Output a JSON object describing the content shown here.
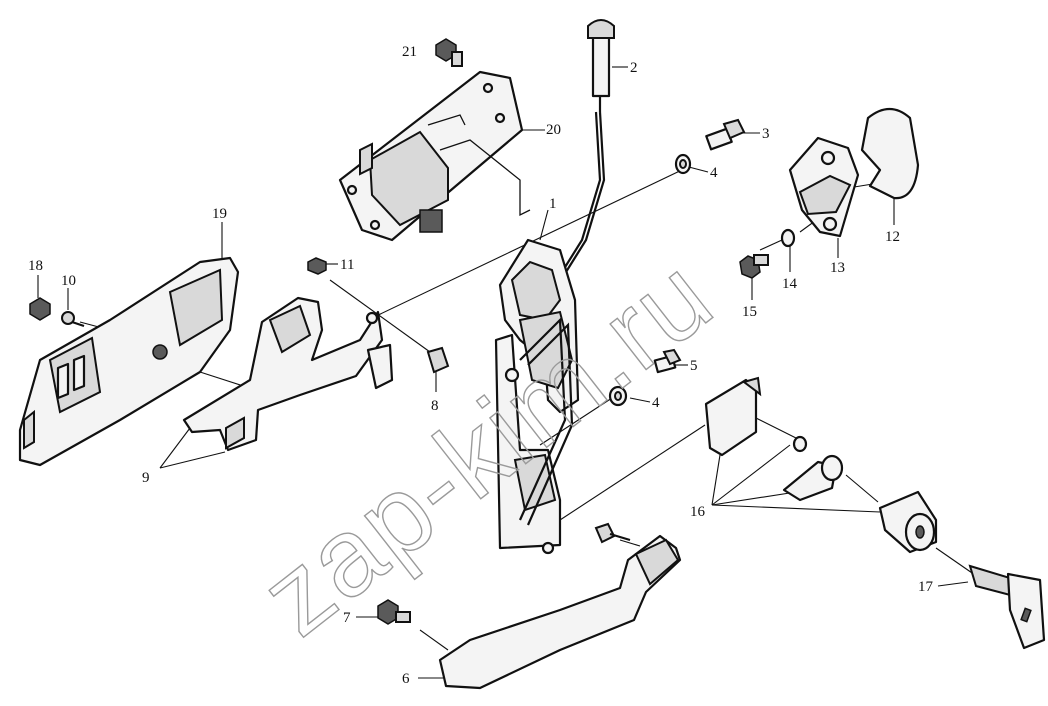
{
  "watermark": "zap-kim.ru",
  "callouts": [
    {
      "id": "p1",
      "label": "1"
    },
    {
      "id": "p2",
      "label": "2"
    },
    {
      "id": "p3",
      "label": "3"
    },
    {
      "id": "p4a",
      "label": "4"
    },
    {
      "id": "p4b",
      "label": "4"
    },
    {
      "id": "p5",
      "label": "5"
    },
    {
      "id": "p6",
      "label": "6"
    },
    {
      "id": "p7",
      "label": "7"
    },
    {
      "id": "p8",
      "label": "8"
    },
    {
      "id": "p9",
      "label": "9"
    },
    {
      "id": "p10",
      "label": "10"
    },
    {
      "id": "p11",
      "label": "11"
    },
    {
      "id": "p12",
      "label": "12"
    },
    {
      "id": "p13",
      "label": "13"
    },
    {
      "id": "p14",
      "label": "14"
    },
    {
      "id": "p15",
      "label": "15"
    },
    {
      "id": "p16",
      "label": "16"
    },
    {
      "id": "p17",
      "label": "17"
    },
    {
      "id": "p18",
      "label": "18"
    },
    {
      "id": "p19",
      "label": "19"
    },
    {
      "id": "p20",
      "label": "20"
    },
    {
      "id": "p21",
      "label": "21"
    }
  ]
}
